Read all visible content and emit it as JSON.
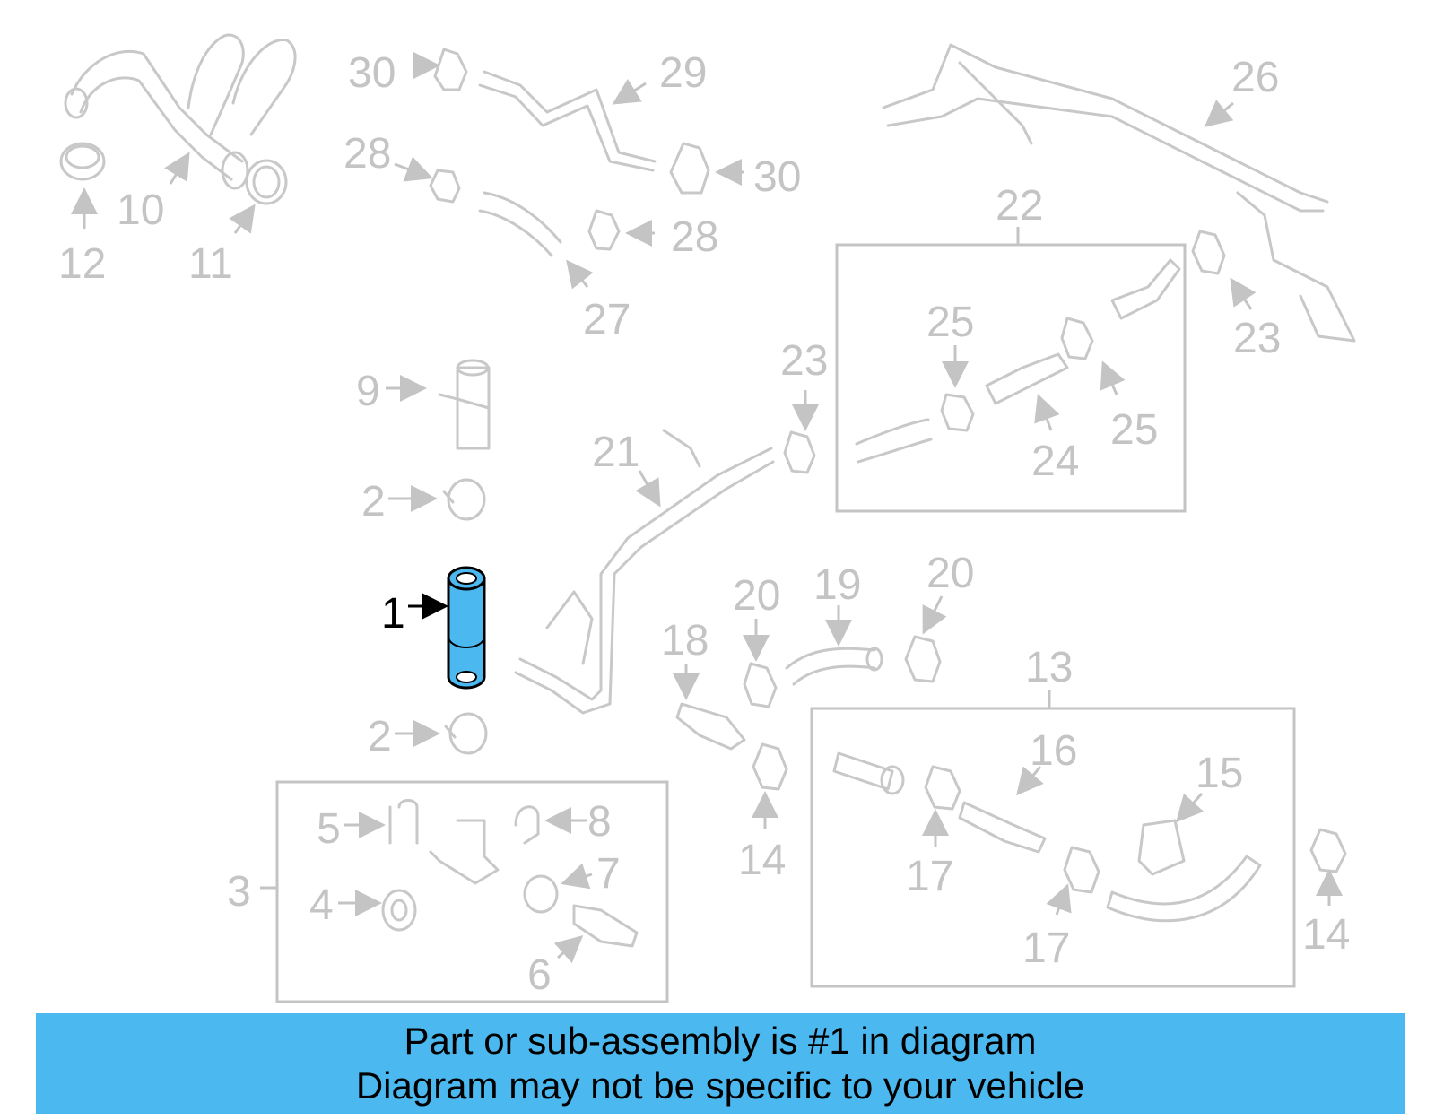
{
  "diagram": {
    "highlighted_part": "1",
    "highlight_color": "#4cb8f0",
    "callouts": [
      "1",
      "2",
      "2",
      "3",
      "4",
      "5",
      "6",
      "7",
      "8",
      "9",
      "10",
      "11",
      "12",
      "13",
      "14",
      "14",
      "15",
      "16",
      "17",
      "17",
      "18",
      "19",
      "20",
      "20",
      "21",
      "22",
      "23",
      "23",
      "24",
      "25",
      "25",
      "26",
      "27",
      "28",
      "28",
      "29",
      "30",
      "30"
    ]
  },
  "banner": {
    "line1": "Part or sub-assembly is #1 in diagram",
    "line2": "Diagram may not be specific to your vehicle",
    "background": "#4cb8f0"
  }
}
